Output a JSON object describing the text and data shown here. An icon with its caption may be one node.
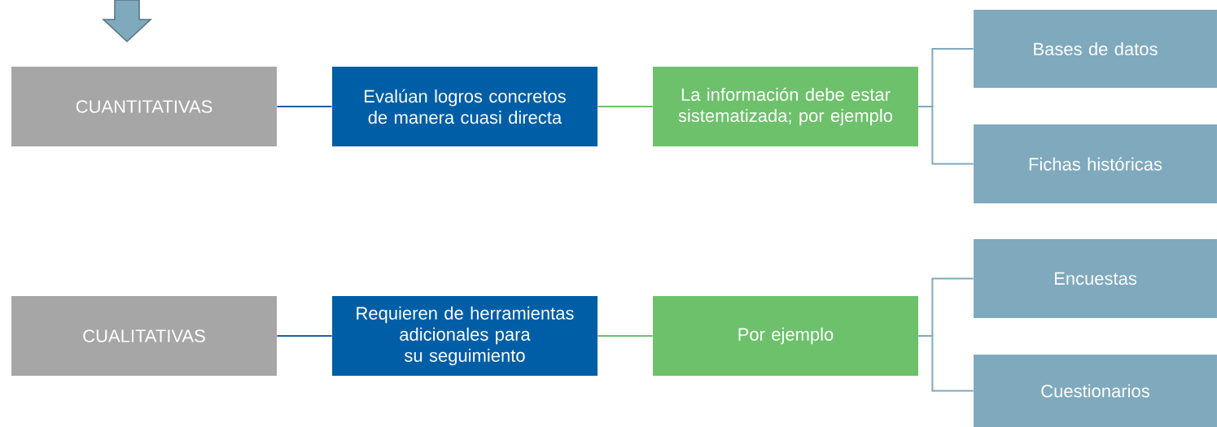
{
  "diagram": {
    "nodes": [
      {
        "text": [
          "CUANTITATIVAS"
        ]
      },
      {
        "text": [
          "Evalúan logros concretos de manera cuasi directa"
        ]
      },
      {
        "text": [
          "La información debe estar sistematizada; por ejemplo"
        ]
      },
      {
        "text": [
          "Bases de datos"
        ]
      },
      {
        "text": [
          "Fichas históricas"
        ]
      },
      {
        "text": [
          "CUALITATIVAS"
        ]
      },
      {
        "text": [
          "Requieren de herramientas adicionales para su seguimiento"
        ]
      },
      {
        "text": [
          "Por ejemplo"
        ]
      },
      {
        "text": [
          "Encuestas"
        ]
      },
      {
        "text": [
          "Cuestionarios"
        ]
      }
    ],
    "edges": [
      {
        "from": 0,
        "to": 1,
        "arrow": "none",
        "color": "#1f5fa0"
      },
      {
        "from": 1,
        "to": 2,
        "arrow": "none",
        "color": "#6cc16a"
      },
      {
        "from": 2,
        "to": 3,
        "arrow": "none"
      },
      {
        "from": 2,
        "to": 4,
        "arrow": "none"
      },
      {
        "from": 5,
        "to": 6,
        "arrow": "none",
        "color": "#1f5fa0"
      },
      {
        "from": 6,
        "to": 7,
        "arrow": "none",
        "color": "#6cc16a"
      },
      {
        "from": 7,
        "to": 8,
        "arrow": "none"
      },
      {
        "from": 7,
        "to": 9,
        "arrow": "none"
      }
    ]
  }
}
